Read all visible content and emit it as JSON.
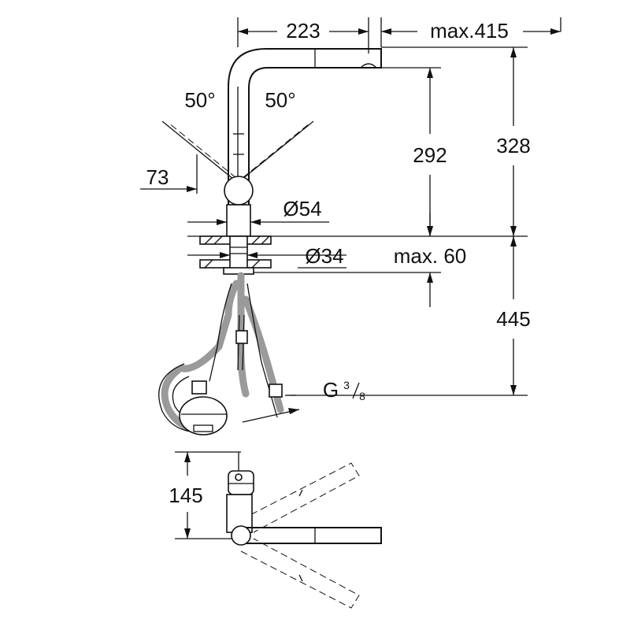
{
  "dimensions": {
    "spout_reach": "223",
    "max_reach": "max.415",
    "angle_left": "50°",
    "angle_right": "50°",
    "offset_73": "73",
    "spout_height": "292",
    "total_height": "328",
    "base_diameter": "Ø54",
    "hole_diameter": "Ø34",
    "max_deck": "max. 60",
    "below_deck": "445",
    "thread_prefix": "G",
    "thread_num": "3",
    "thread_den": "8",
    "plan_depth": "145"
  },
  "colors": {
    "line": "#111111",
    "hose_shading": "#9a9a9a",
    "background": "#ffffff"
  }
}
